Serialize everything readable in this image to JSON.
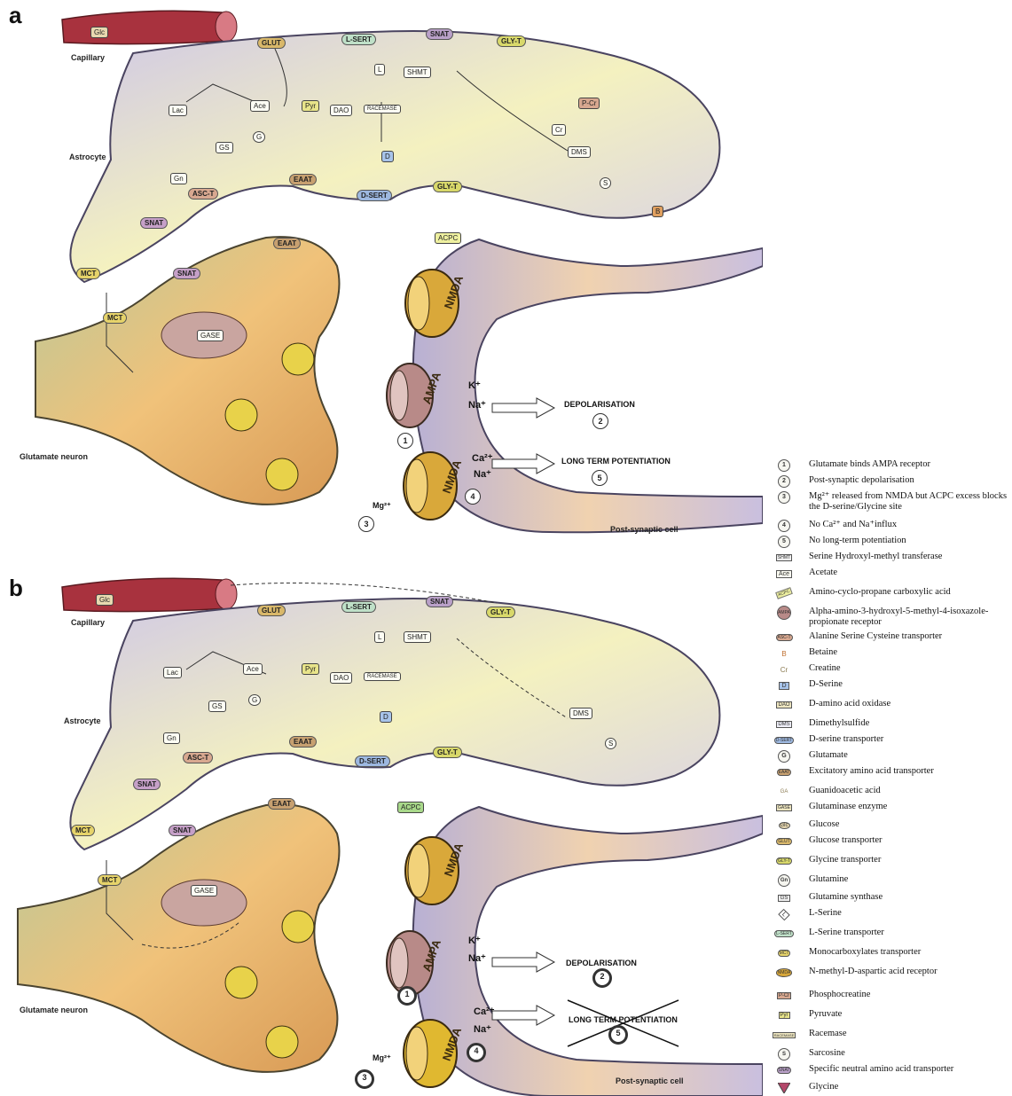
{
  "panels": [
    {
      "letter": "a",
      "labels": {
        "capillary": "Capillary",
        "astrocyte": "Astrocyte",
        "neuron": "Glutamate neuron",
        "postsynaptic": "Post-synaptic cell"
      },
      "outcomes": {
        "depolarisation": "DEPOLARISATION",
        "ltp": "LONG TERM POTENTIATION"
      },
      "ions": {
        "k": "K⁺",
        "na1": "Na⁺",
        "ca": "Ca²⁺",
        "na2": "Na⁺",
        "mg": "Mg²⁺"
      },
      "steps": [
        "1",
        "2",
        "3",
        "4",
        "5"
      ],
      "transporters": [
        "GLUT",
        "L-SERT",
        "SNAT",
        "GLY-T",
        "EAAT",
        "D-SERT",
        "GLY-T",
        "SNAT",
        "ASC-T",
        "SNAT",
        "EAAT",
        "MCT",
        "MCT"
      ],
      "enzymes": [
        "SHMT",
        "DAO",
        "RACEMASE",
        "GS",
        "GASE"
      ],
      "metabolites": [
        "Glc",
        "L",
        "Lac",
        "Ace",
        "Pyr",
        "Gn",
        "G",
        "D",
        "Cr",
        "P-Cr",
        "DMS",
        "S",
        "B",
        "ACPC"
      ],
      "receptors": [
        "NMDA",
        "AMPA",
        "NMDA"
      ]
    },
    {
      "letter": "b",
      "labels": {
        "capillary": "Capillary",
        "astrocyte": "Astrocyte",
        "neuron": "Glutamate neuron",
        "postsynaptic": "Post-synaptic cell"
      },
      "outcomes": {
        "depolarisation": "DEPOLARISATION",
        "ltp": "LONG TERM POTENTIATION"
      },
      "ions": {
        "k": "K⁺",
        "na1": "Na⁺",
        "ca": "Ca²⁺",
        "na2": "Na⁺",
        "mg": "Mg²⁺"
      },
      "steps": [
        "1",
        "2",
        "3",
        "4",
        "5"
      ],
      "transporters": [
        "GLUT",
        "L-SERT",
        "SNAT",
        "GLY-T",
        "EAAT",
        "D-SERT",
        "GLY-T",
        "SNAT",
        "ASC-T",
        "SNAT",
        "EAAT",
        "MCT",
        "MCT"
      ],
      "enzymes": [
        "SHMT",
        "DAO",
        "RACEMASE",
        "GS",
        "GASE"
      ],
      "metabolites": [
        "Glc",
        "L",
        "Lac",
        "Ace",
        "Pyr",
        "Gn",
        "G",
        "D",
        "DMS",
        "S",
        "ACPC"
      ],
      "receptors": [
        "NMDA",
        "AMPA",
        "NMDA"
      ]
    }
  ],
  "legend": [
    {
      "icon": "1",
      "text": "Glutamate binds AMPA receptor"
    },
    {
      "icon": "2",
      "text": "Post-synaptic depolarisation"
    },
    {
      "icon": "3",
      "text": "Mg²⁺ released from NMDA but ACPC excess blocks the D-serine/Glycine site"
    },
    {
      "icon": "4",
      "text": "No Ca²⁺ and Na⁺influx"
    },
    {
      "icon": "5",
      "text": "No long-term potentiation"
    },
    {
      "icon": "SHMT",
      "text": "Serine Hydroxyl-methyl transferase"
    },
    {
      "icon": "Ace",
      "text": "Acetate"
    },
    {
      "icon": "ACPC",
      "text": "Amino-cyclo-propane carboxylic acid"
    },
    {
      "icon": "AMPA",
      "text": "Alpha-amino-3-hydroxyl-5-methyl-4-isoxazole-propionate receptor"
    },
    {
      "icon": "ASC-T",
      "text": "Alanine Serine Cysteine transporter"
    },
    {
      "icon": "B",
      "text": "Betaine"
    },
    {
      "icon": "Cr",
      "text": "Creatine"
    },
    {
      "icon": "D",
      "text": "D-Serine"
    },
    {
      "icon": "DAO",
      "text": "D-amino acid oxidase"
    },
    {
      "icon": "DMS",
      "text": "Dimethylsulfide"
    },
    {
      "icon": "D-SERT",
      "text": "D-serine transporter"
    },
    {
      "icon": "G",
      "text": "Glutamate"
    },
    {
      "icon": "EAAT",
      "text": "Excitatory amino acid transporter"
    },
    {
      "icon": "GA",
      "text": "Guanidoacetic acid"
    },
    {
      "icon": "GASE",
      "text": "Glutaminase enzyme"
    },
    {
      "icon": "Glc",
      "text": "Glucose"
    },
    {
      "icon": "GLUT",
      "text": "Glucose transporter"
    },
    {
      "icon": "GLY-T",
      "text": "Glycine transporter"
    },
    {
      "icon": "Gn",
      "text": "Glutamine"
    },
    {
      "icon": "GS",
      "text": "Glutamine synthase"
    },
    {
      "icon": "L",
      "text": "L-Serine"
    },
    {
      "icon": "L-SERT",
      "text": "L-Serine transporter"
    },
    {
      "icon": "MCT",
      "text": "Monocarboxylates transporter"
    },
    {
      "icon": "NMDA",
      "text": "N-methyl-D-aspartic acid receptor"
    },
    {
      "icon": "P-Cr",
      "text": "Phosphocreatine"
    },
    {
      "icon": "Pyr",
      "text": "Pyruvate"
    },
    {
      "icon": "RACEMASE",
      "text": "Racemase"
    },
    {
      "icon": "S",
      "text": "Sarcosine"
    },
    {
      "icon": "SNAT",
      "text": "Specific neutral amino acid transporter"
    },
    {
      "icon": "glycine-triangle",
      "text": "Glycine"
    }
  ],
  "colors": {
    "capillary": "#a8323e",
    "astrocyte": "#c9c3e0",
    "astrocyte_core": "#f3f0b8",
    "neuron": "#e6b86a",
    "postsynaptic": "#d9c7b4",
    "glycine": "#b4476a",
    "dserine": "#5d8fd0"
  }
}
